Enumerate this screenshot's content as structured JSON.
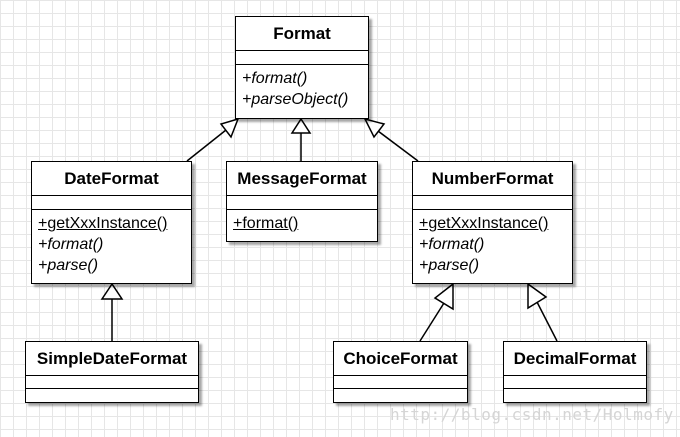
{
  "classes": {
    "format": {
      "name": "Format",
      "operations": [
        {
          "text": "+format()",
          "style": "abstract"
        },
        {
          "text": "+parseObject()",
          "style": "abstract"
        }
      ]
    },
    "date_format": {
      "name": "DateFormat",
      "operations": [
        {
          "text": "+getXxxInstance()",
          "style": "static"
        },
        {
          "text": "+format()",
          "style": "abstract"
        },
        {
          "text": "+parse()",
          "style": "abstract"
        }
      ]
    },
    "message_format": {
      "name": "MessageFormat",
      "operations": [
        {
          "text": "+format()",
          "style": "static"
        }
      ]
    },
    "number_format": {
      "name": "NumberFormat",
      "operations": [
        {
          "text": "+getXxxInstance()",
          "style": "static"
        },
        {
          "text": "+format()",
          "style": "abstract"
        },
        {
          "text": "+parse()",
          "style": "abstract"
        }
      ]
    },
    "simple_date_format": {
      "name": "SimpleDateFormat",
      "operations": []
    },
    "choice_format": {
      "name": "ChoiceFormat",
      "operations": []
    },
    "decimal_format": {
      "name": "DecimalFormat",
      "operations": []
    }
  },
  "relations": [
    {
      "type": "generalization",
      "from": "DateFormat",
      "to": "Format"
    },
    {
      "type": "generalization",
      "from": "MessageFormat",
      "to": "Format"
    },
    {
      "type": "generalization",
      "from": "NumberFormat",
      "to": "Format"
    },
    {
      "type": "generalization",
      "from": "SimpleDateFormat",
      "to": "DateFormat"
    },
    {
      "type": "generalization",
      "from": "ChoiceFormat",
      "to": "NumberFormat"
    },
    {
      "type": "generalization",
      "from": "DecimalFormat",
      "to": "NumberFormat"
    }
  ],
  "watermark": "http://blog.csdn.net/Holmofy"
}
